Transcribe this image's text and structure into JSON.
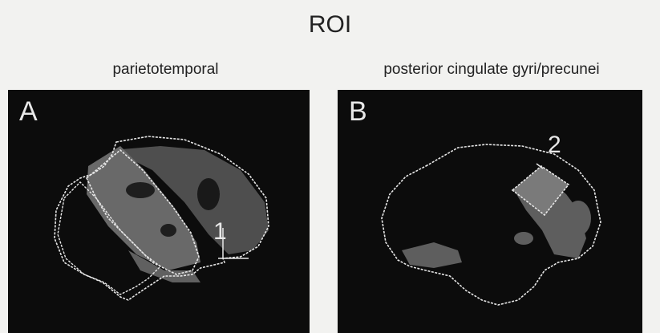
{
  "title": "ROI",
  "panels": [
    {
      "subtitle": "parietotemporal",
      "letter": "A",
      "roi_label": "1"
    },
    {
      "subtitle": "posterior cingulate gyri/precunei",
      "letter": "B",
      "roi_label": "2"
    }
  ],
  "colors": {
    "panel_background": "#0c0c0c",
    "roi_outline": "#e6e6e6",
    "activation": "#7a7a7a"
  }
}
